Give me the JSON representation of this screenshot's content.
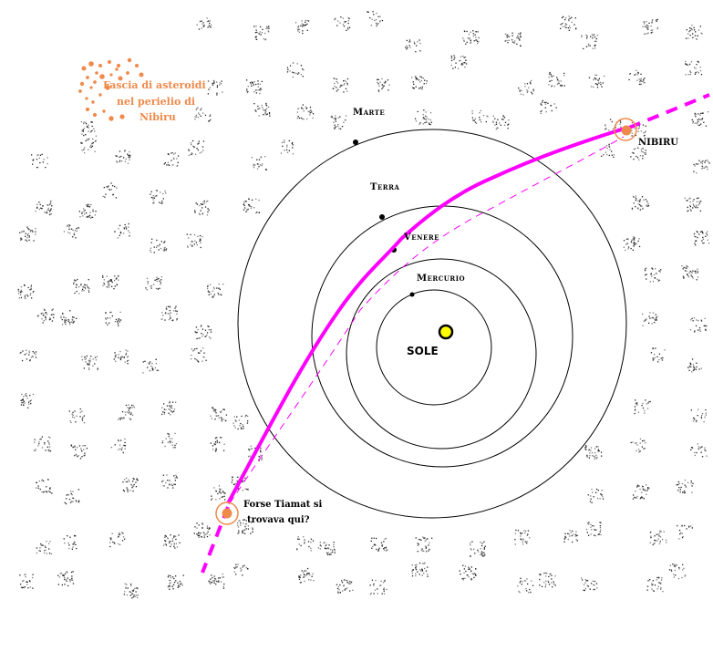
{
  "sun": {
    "label": "SOLE",
    "fill": "#ffff00"
  },
  "planets": [
    {
      "name": "Mercurio"
    },
    {
      "name": "Venere"
    },
    {
      "name": "Terra"
    },
    {
      "name": "Marte"
    }
  ],
  "nibiru": {
    "label": "NIBIRU",
    "color": "#f08a4b"
  },
  "tiamat": {
    "line1": "Forse Tiamat si",
    "line2": "trovava qui?",
    "color": "#f08a4b"
  },
  "asteroid_note": {
    "line1": "Fascia di asteroidi",
    "line2": "nel perielio di",
    "line3": "Nibiru",
    "color": "#f08a4b"
  },
  "orbit_color": "#ff00ff"
}
